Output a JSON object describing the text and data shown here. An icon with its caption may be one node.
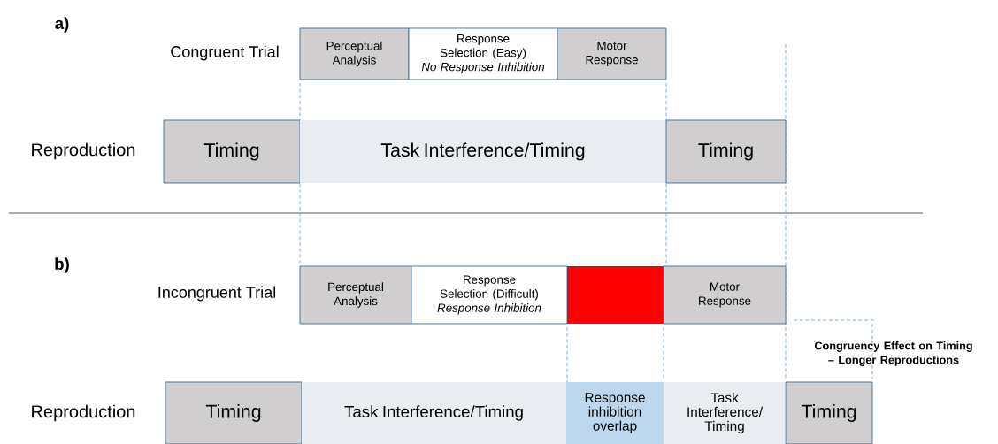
{
  "diagram": {
    "nodes": [
      {
        "text": [
          "Perceptual Analysis"
        ]
      },
      {
        "text": [
          "Response Selection (Easy)",
          "No Response Inhibition"
        ]
      },
      {
        "text": [
          "Motor Response"
        ]
      },
      {
        "text": [
          "Timing"
        ]
      },
      {
        "text": [
          "Task Interference/Timing"
        ]
      },
      {
        "text": [
          "Timing"
        ]
      },
      {
        "text": [
          "Perceptual Analysis"
        ]
      },
      {
        "text": [
          "Response Selection (Difficult)",
          "Response Inhibition"
        ]
      },
      {
        "text": [],
        "shape": "box"
      },
      {
        "text": [
          "Motor Response"
        ]
      },
      {
        "text": [
          "Timing"
        ]
      },
      {
        "text": [
          "Task Interference/Timing"
        ]
      },
      {
        "text": [
          "Response inhibition overlap"
        ]
      },
      {
        "text": [
          "Task Interference/ Timing"
        ]
      },
      {
        "text": [
          "Timing"
        ]
      }
    ],
    "labels": [
      "a)",
      "Congruent Trial",
      "Reproduction",
      "b)",
      "Incongruent Trial",
      "Congruency Effect on Timing – Longer Reproductions",
      "Reproduction"
    ]
  }
}
